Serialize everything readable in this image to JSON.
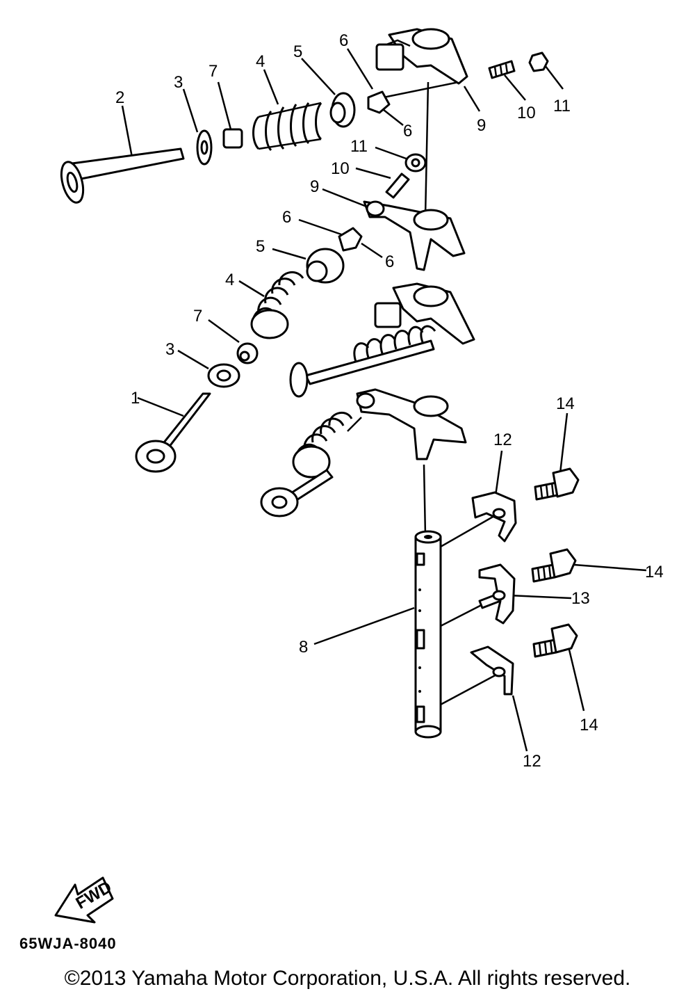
{
  "callouts": {
    "c1": "1",
    "c2": "2",
    "c3a": "3",
    "c3b": "3",
    "c4a": "4",
    "c4b": "4",
    "c5a": "5",
    "c5b": "5",
    "c6a": "6",
    "c6b": "6",
    "c6c": "6",
    "c6d": "6",
    "c7a": "7",
    "c7b": "7",
    "c8": "8",
    "c9a": "9",
    "c9b": "9",
    "c10a": "10",
    "c10b": "10",
    "c11a": "11",
    "c11b": "11",
    "c12a": "12",
    "c12b": "12",
    "c13": "13",
    "c14a": "14",
    "c14b": "14",
    "c14c": "14"
  },
  "fwd_label": "FWD",
  "diagram_code": "65WJA-8040",
  "copyright": "©2013 Yamaha Motor Corporation, U.S.A. All rights reserved."
}
